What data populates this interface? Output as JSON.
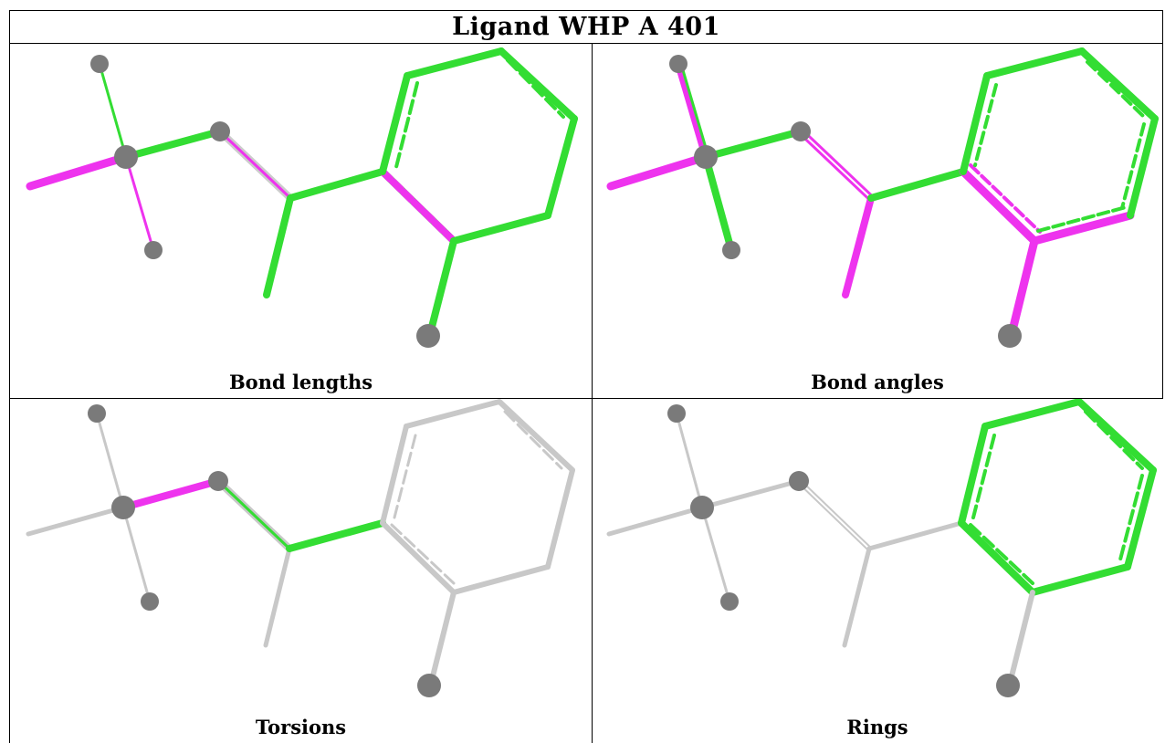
{
  "title": "Ligand WHP A 401",
  "panels": [
    {
      "id": "bond-lengths",
      "caption": "Bond lengths"
    },
    {
      "id": "bond-angles",
      "caption": "Bond angles"
    },
    {
      "id": "torsions",
      "caption": "Torsions"
    },
    {
      "id": "rings",
      "caption": "Rings"
    }
  ],
  "colors": {
    "green": "#33dd33",
    "magenta": "#ee33ee",
    "gray": "#c8c8c8",
    "atom": "#7a7a7a"
  }
}
